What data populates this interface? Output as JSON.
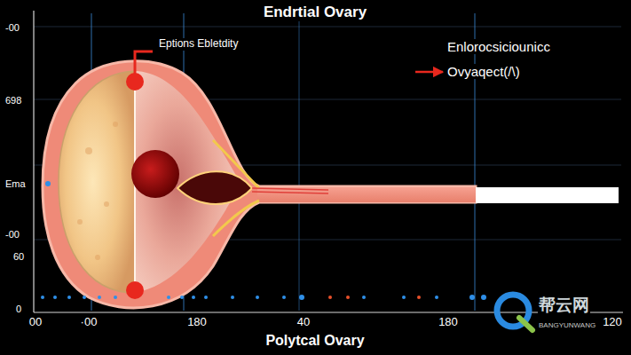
{
  "diagram": {
    "title": "Endrtial Ovary",
    "labels": [
      "Eptions Ebletdity",
      "Enlorocsiciounicc",
      "Ovyaqect(/\\)",
      "-00",
      "698",
      "Ema",
      "-00",
      "60",
      "0",
      "00",
      "·00",
      "180",
      "40",
      "180",
      "120",
      "Polytcal Ovary",
      "帮云网",
      "BANGYUNWANG"
    ]
  }
}
